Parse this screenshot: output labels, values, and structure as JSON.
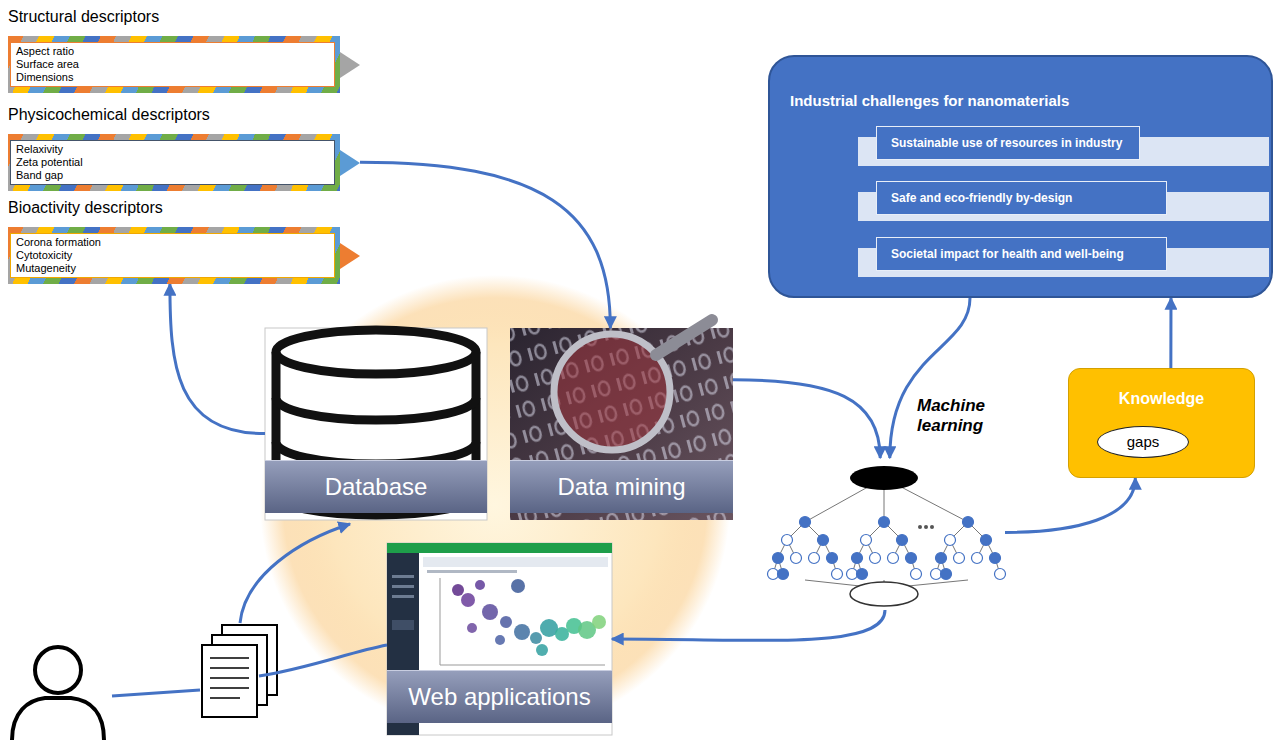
{
  "diagram": {
    "nodes": [
      {
        "text": [
          "Structural descriptors",
          "Aspect ratio",
          "Surface area",
          "Dimensions"
        ]
      },
      {
        "text": [
          "Physicochemical descriptors",
          "Relaxivity",
          "Zeta potential",
          "Band gap"
        ]
      },
      {
        "text": [
          "Bioactivity descriptors",
          "Corona formation",
          "Cytotoxicity",
          "Mutageneity"
        ]
      },
      {
        "text": [
          "Industrial challenges for nanomaterials"
        ]
      },
      {
        "text": [
          "Sustainable use of resources in industry"
        ],
        "in": 3
      },
      {
        "text": [
          "Safe and eco-friendly by-design"
        ],
        "in": 3
      },
      {
        "text": [
          "Societal impact for health and well-being"
        ],
        "in": 3
      },
      {
        "text": [
          "Database"
        ]
      },
      {
        "text": [
          "Data mining"
        ]
      },
      {
        "text": [
          "Machine learning"
        ]
      },
      {
        "text": [
          "Knowledge"
        ]
      },
      {
        "text": [
          "gaps"
        ],
        "in": 10
      },
      {
        "text": [
          "Web applications"
        ]
      }
    ],
    "edges": [
      {
        "from": 7,
        "to": 2,
        "arrow": "to"
      },
      {
        "from": 1,
        "to": 8,
        "arrow": "to"
      },
      {
        "from": 8,
        "to": 9,
        "arrow": "to"
      },
      {
        "from": 3,
        "to": 9,
        "arrow": "to"
      },
      {
        "from": 9,
        "to": 10,
        "arrow": "to"
      },
      {
        "from": 10,
        "to": 3,
        "arrow": "to"
      },
      {
        "from": 9,
        "to": 12,
        "arrow": "to"
      }
    ]
  }
}
